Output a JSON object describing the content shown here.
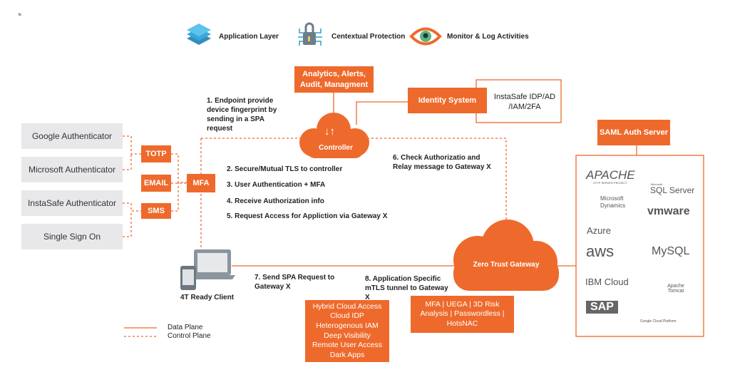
{
  "corner_mark": "tk",
  "legend_top": [
    {
      "icon": "layers-icon",
      "label": "Application Layer"
    },
    {
      "icon": "lock-circuit-icon",
      "label": "Centextual Protection"
    },
    {
      "icon": "eye-icon",
      "label": "Monitor & Log Activities"
    }
  ],
  "analytics": "Analytics, Alerts, Audit, Managment",
  "identity_system": "Identity System",
  "idp": "InstaSafe IDP/AD /IAM/2FA",
  "controller": {
    "arrows": "↓↑",
    "label": "Controller"
  },
  "authenticators": [
    "Google Authenticator",
    "Microsoft Authenticator",
    "InstaSafe Authenticator",
    "Single Sign On"
  ],
  "factors": [
    "TOTP",
    "EMAIL",
    "SMS"
  ],
  "mfa": "MFA",
  "steps": {
    "s1": "1. Endpoint provide device fingerprint by sending in a SPA request",
    "s2": "2. Secure/Mutual TLS to controller",
    "s3": "3. User Authentication + MFA",
    "s4": "4. Receive Authorization info",
    "s5": "5. Request Access for Appliction via Gateway X",
    "s6": "6. Check Authorizatio and Relay message to Gateway X",
    "s7": "7.  Send SPA Request to Gateway X",
    "s8": "8.  Application Specific mTLS tunnel to Gateway X"
  },
  "client": "4T Ready Client",
  "gateway": "Zero Trust Gateway",
  "saml": "SAML Auth Server",
  "logos": [
    "APACHE",
    "HTTP SERVER PROJECT",
    "Microsoft",
    "SQL Server",
    "Microsoft Dynamics",
    "vmware",
    "Azure",
    "aws",
    "MySQL",
    "IBM Cloud",
    "Apache Tomcat",
    "SAP",
    "Google Cloud Platform"
  ],
  "features1": [
    "Hybrid Cloud Access",
    "Cloud IDP",
    "Heterogenous IAM",
    "Deep Visibility",
    "Remote User Access",
    "Dark Apps"
  ],
  "features2": "MFA | UEGA | 3D Risk Analysis | Passwordless | HotsNAC",
  "legend": {
    "data_plane": "Data Plane",
    "control_plane": "Control Plane"
  },
  "colors": {
    "orange": "#ee6a2c",
    "gray_box": "#e8e8ea"
  }
}
